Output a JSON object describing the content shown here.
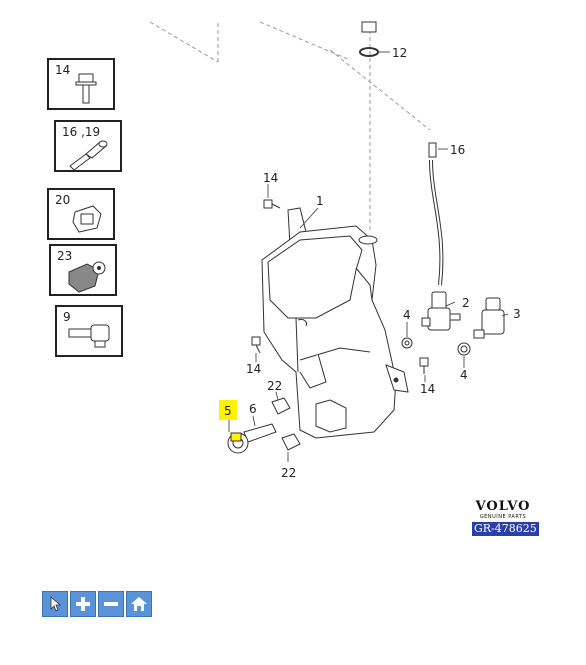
{
  "diagram": {
    "callouts": {
      "c1": "1",
      "c2": "2",
      "c3": "3",
      "c4a": "4",
      "c4b": "4",
      "c5": "5",
      "c6": "6",
      "c12": "12",
      "c14a": "14",
      "c14b": "14",
      "c14c": "14",
      "c16": "16",
      "c22a": "22",
      "c22b": "22"
    },
    "highlight_color": "#fff200"
  },
  "reference_parts": [
    {
      "label": "14",
      "icon": "bolt-icon"
    },
    {
      "label": "16 ,19",
      "icon": "hose-connector-icon"
    },
    {
      "label": "20",
      "icon": "clip-icon"
    },
    {
      "label": "23",
      "icon": "plug-connector-icon"
    },
    {
      "label": "9",
      "icon": "nozzle-icon"
    }
  ],
  "brand": {
    "name": "VOLVO",
    "tagline": "GENUINE PARTS",
    "reference_code": "GR-478625",
    "code_bg": "#2b3fa8"
  },
  "toolbar": {
    "buttons": [
      {
        "icon": "cursor-icon"
      },
      {
        "icon": "zoom-in-icon"
      },
      {
        "icon": "zoom-out-icon"
      },
      {
        "icon": "home-icon"
      }
    ],
    "button_color": "#5b93d9"
  }
}
